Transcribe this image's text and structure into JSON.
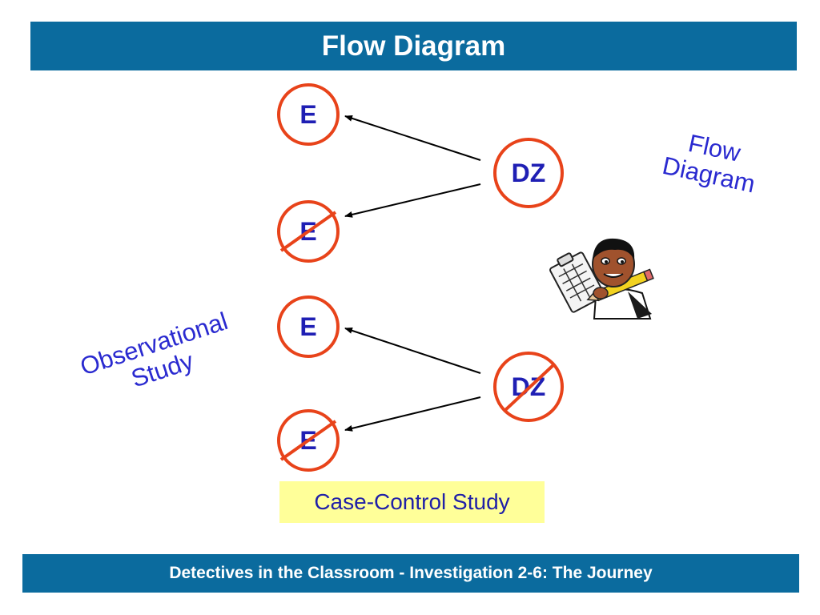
{
  "slide": {
    "title": "Flow Diagram",
    "footer": "Detectives in the Classroom - Investigation 2-6:  The Journey"
  },
  "diagram": {
    "nodes": {
      "e1": "E",
      "e2": "E",
      "e3": "E",
      "e4": "E",
      "dz1": "DZ",
      "dz2": "DZ"
    },
    "crossed_out": [
      "e2",
      "e4",
      "dz2"
    ]
  },
  "annotations": {
    "flow_line1": "Flow",
    "flow_line2": "Diagram",
    "obs_line1": "Observational",
    "obs_line2": "Study",
    "case_control": "Case-Control Study"
  },
  "colors": {
    "bar": "#0b6b9e",
    "circle": "#e8431a",
    "node_text": "#1f1fb4",
    "highlight": "#ffff99"
  },
  "icons": {
    "clipart": "detective-with-clipboard-icon"
  }
}
